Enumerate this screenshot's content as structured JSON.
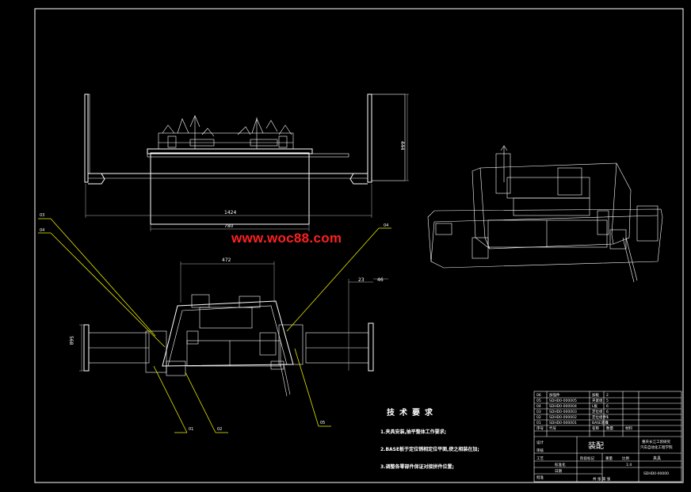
{
  "watermark": "www.woc88.com",
  "tech_requirements": {
    "title": "技术要求",
    "items": [
      "1.夹具安装,抽平整体工作要求;",
      "2.BASE板于定位销相定位平面,使之相装在加;",
      "3.调整各零部件保证对接拼件位置;"
    ]
  },
  "front_view_dims": {
    "width_outer": "1424",
    "width_inner": "780",
    "height": "444"
  },
  "top_view_dims": {
    "width": "472",
    "height": "568",
    "gap": "23",
    "offset": "46"
  },
  "balloons": {
    "b1": "03",
    "b2": "04",
    "b3": "04",
    "b4": "01",
    "b5": "02",
    "b6": "05"
  },
  "title_block": {
    "drawing_name": "装配",
    "company_line1": "重庆长江工装研究",
    "company_line2": "汽车自动化工程学院",
    "material": "夹具",
    "scale": "1:4",
    "drawing_no": "SDHD0-00000",
    "parts": [
      {
        "no": "06",
        "code": "加强件",
        "name": "加板",
        "qty": "2"
      },
      {
        "no": "05",
        "code": "SDHD0-000005",
        "name": "夹紧组",
        "qty": "5"
      },
      {
        "no": "04",
        "code": "SDHD0-000004",
        "name": "L板",
        "qty": "6"
      },
      {
        "no": "03",
        "code": "SDHD0-000003",
        "name": "定位组",
        "qty": "6"
      },
      {
        "no": "02",
        "code": "SDHD0-000002",
        "name": "定位组件1",
        "qty": "5"
      },
      {
        "no": "01",
        "code": "SDHD0-000001",
        "name": "BASE底板",
        "qty": "1"
      }
    ],
    "header_row": [
      "序号",
      "代号",
      "名称",
      "数量",
      "材料"
    ],
    "sign_rows": [
      "设计",
      "审核",
      "工艺",
      "批准"
    ],
    "sign_labels": [
      "标准化",
      "日期",
      "阶段标记",
      "重量",
      "比例"
    ],
    "footer": "共 张 第 张"
  }
}
